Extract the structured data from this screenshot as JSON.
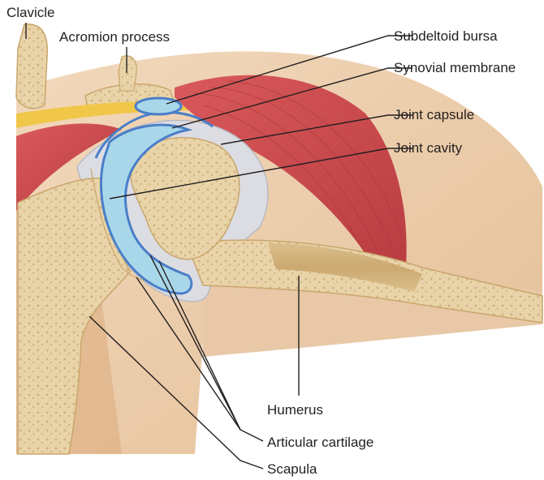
{
  "diagram": {
    "labels": {
      "clavicle": "Clavicle",
      "acromion_process": "Acromion process",
      "subdeltoid_bursa": "Subdeltoid bursa",
      "synovial_membrane": "Synovial membrane",
      "joint_capsule": "Joint capsule",
      "joint_cavity": "Joint cavity",
      "humerus": "Humerus",
      "articular_cartilage": "Articular cartilage",
      "scapula": "Scapula"
    },
    "colors": {
      "skin": "#ecc9a4",
      "bone": "#e8d2a6",
      "muscle": "#c8464a",
      "cartilage": "#a9d7ea",
      "synovial_membrane": "#4a7ec8",
      "capsule": "#dcdde3",
      "fat": "#f1c74a",
      "leader_line": "#231f20"
    }
  }
}
